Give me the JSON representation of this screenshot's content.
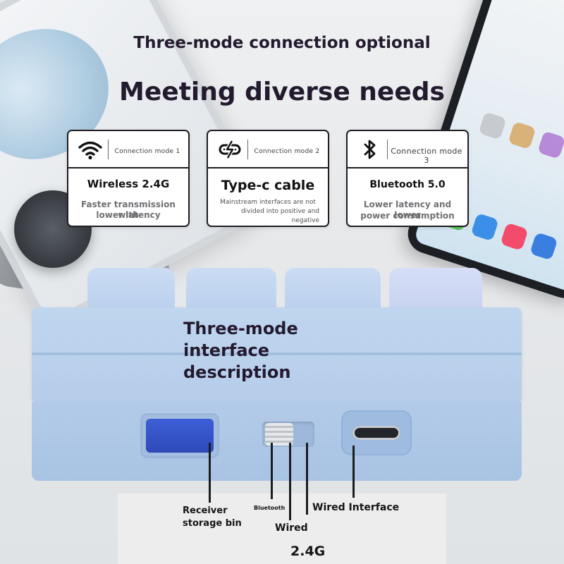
{
  "heading": {
    "small": "Three-mode connection optional",
    "large": "Meeting diverse needs"
  },
  "modes": [
    {
      "icon": "wifi-icon",
      "mode_label": "Connection mode 1",
      "title": "Wireless 2.4G",
      "desc_line1": "Faster transmission with",
      "desc_line2": "lower latency",
      "desc_line3": ""
    },
    {
      "icon": "usb-c-plug-icon",
      "mode_label": "Connection mode 2",
      "title": "Type-c cable",
      "desc_line1": "Mainstream interfaces are not",
      "desc_line2": "divided into positive and",
      "desc_line3": "negative"
    },
    {
      "icon": "bluetooth-icon",
      "mode_label": "Connection mode 3",
      "title": "Bluetooth 5.0",
      "desc_line1": "Lower latency and lower",
      "desc_line2": "power consumption",
      "desc_line3": ""
    }
  ],
  "interface": {
    "title_line1": "Three-mode",
    "title_line2": "interface",
    "title_line3": "description"
  },
  "labels": {
    "receiver_line1": "Receiver",
    "receiver_line2": "storage bin",
    "bluetooth": "Bluetooth",
    "wired": "Wired",
    "wired_interface": "Wired Interface",
    "wireless_24g": "2.4G"
  },
  "colors": {
    "heading": "#231a2e",
    "keyboard": "#b6cdea",
    "receiver": "#2f49b8",
    "card_border": "#1e1e22"
  }
}
